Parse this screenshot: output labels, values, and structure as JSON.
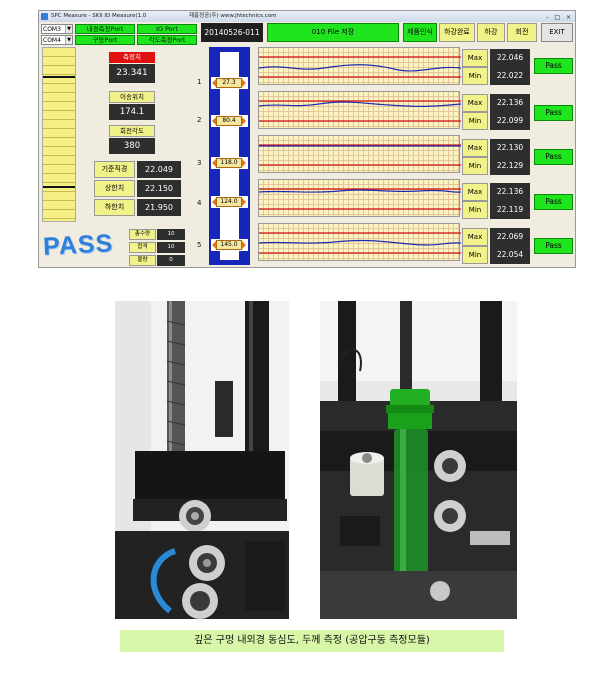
{
  "app": {
    "title": "SPC Measure - SKII ID Measure(1.0",
    "title_right": "재홍정공(주) www.jhtechnics.com",
    "window_buttons": "- □ ×",
    "com_ports": [
      "COM3",
      "COM4"
    ],
    "port_buttons": [
      {
        "label": "내경측정Port"
      },
      {
        "label": "IO Port"
      },
      {
        "label": "구동Port"
      },
      {
        "label": "각도측정Port"
      }
    ],
    "lot_id": "20140526-011",
    "file_save": "010 File 저장",
    "product_recognition": "제품인식",
    "descent_complete": "하강완료",
    "descent": "하강",
    "rotate": "회전",
    "exit": "EXIT",
    "measured_label": "측정치",
    "measured_value": "23.341",
    "travel_label": "이송위치",
    "travel_value": "174.1",
    "angle_label": "회전각도",
    "angle_value": "380",
    "ref_label": "기준직경",
    "ref_value": "22.049",
    "upper_label": "상한치",
    "upper_value": "22.150",
    "lower_label": "하한치",
    "lower_value": "21.950",
    "result": "PASS",
    "stats": [
      {
        "label": "총수량",
        "value": "10"
      },
      {
        "label": "합격",
        "value": "10"
      },
      {
        "label": "불량",
        "value": "0"
      }
    ],
    "sensors": [
      {
        "index": "1",
        "pos": "27.3",
        "max": "22.046",
        "min": "22.022",
        "status": "Pass"
      },
      {
        "index": "2",
        "pos": "80.4",
        "max": "22.136",
        "min": "22.099",
        "status": "Pass"
      },
      {
        "index": "3",
        "pos": "118.0",
        "max": "22.130",
        "min": "22.129",
        "status": "Pass"
      },
      {
        "index": "4",
        "pos": "124.0",
        "max": "22.136",
        "min": "22.119",
        "status": "Pass"
      },
      {
        "index": "5",
        "pos": "145.0",
        "max": "22.069",
        "min": "22.054",
        "status": "Pass"
      }
    ],
    "max_label": "Max",
    "min_label": "Min",
    "colors": {
      "accent_green": "#1ee51e",
      "panel_yellow": "#f2f28a",
      "pipe_blue": "#1526b8",
      "limit_red": "#d01010",
      "trace_blue": "#1c2bb0"
    }
  },
  "caption": "깊은 구멍 내외경 동심도, 두께 측정 (공압구동 측정모듈)"
}
